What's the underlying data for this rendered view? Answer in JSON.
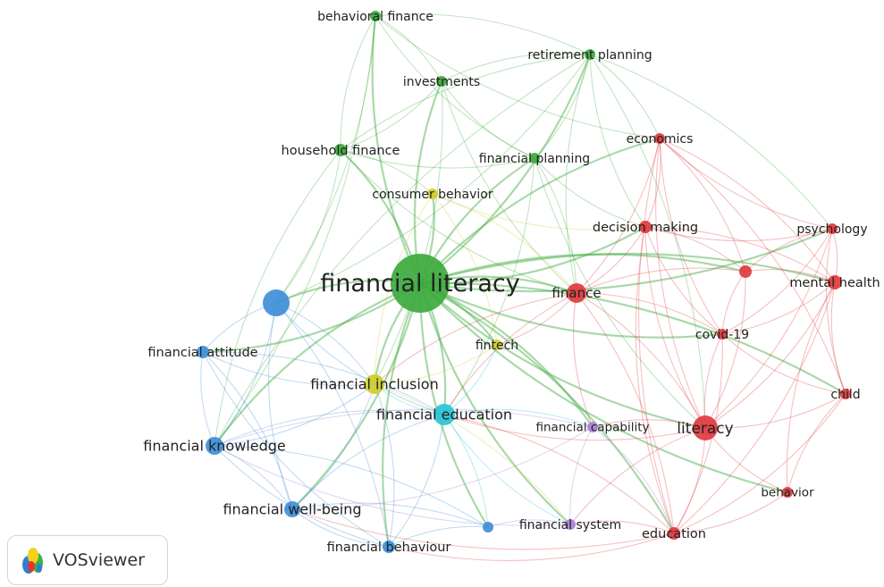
{
  "app": {
    "name": "VOSviewer"
  },
  "colors": {
    "cluster_red": "#e0393e",
    "cluster_green": "#3daa3d",
    "cluster_blue": "#3f8ed8",
    "cluster_yellow": "#cfcc2a",
    "cluster_purple": "#a97fd6",
    "cluster_cyan": "#27c6d6"
  },
  "network": {
    "nodes": [
      {
        "id": "behavioral_finance",
        "label": "behavioral finance",
        "cluster": "green"
      },
      {
        "id": "retirement_planning",
        "label": "retirement planning",
        "cluster": "green"
      },
      {
        "id": "investments",
        "label": "investments",
        "cluster": "green"
      },
      {
        "id": "household_finance",
        "label": "household finance",
        "cluster": "green"
      },
      {
        "id": "financial_planning",
        "label": "financial planning",
        "cluster": "green"
      },
      {
        "id": "financial_literacy",
        "label": "financial literacy",
        "cluster": "green"
      },
      {
        "id": "consumer_behavior",
        "label": "consumer behavior",
        "cluster": "yellow"
      },
      {
        "id": "fintech",
        "label": "fintech",
        "cluster": "yellow"
      },
      {
        "id": "financial_inclusion",
        "label": "financial inclusion",
        "cluster": "yellow"
      },
      {
        "id": "economics",
        "label": "economics",
        "cluster": "red"
      },
      {
        "id": "decision_making",
        "label": "decision making",
        "cluster": "red"
      },
      {
        "id": "psychology",
        "label": "psychology",
        "cluster": "red"
      },
      {
        "id": "mental_health",
        "label": "mental health",
        "cluster": "red"
      },
      {
        "id": "red_unlabeled",
        "label": "",
        "cluster": "red"
      },
      {
        "id": "finance",
        "label": "finance",
        "cluster": "red"
      },
      {
        "id": "covid19",
        "label": "covid-19",
        "cluster": "red"
      },
      {
        "id": "child",
        "label": "child",
        "cluster": "red"
      },
      {
        "id": "literacy",
        "label": "literacy",
        "cluster": "red"
      },
      {
        "id": "behavior",
        "label": "behavior",
        "cluster": "red"
      },
      {
        "id": "education",
        "label": "education",
        "cluster": "red"
      },
      {
        "id": "blue_unlabeled_big",
        "label": "",
        "cluster": "blue"
      },
      {
        "id": "financial_attitude",
        "label": "financial attitude",
        "cluster": "blue"
      },
      {
        "id": "financial_knowledge",
        "label": "financial knowledge",
        "cluster": "blue"
      },
      {
        "id": "financial_well_being",
        "label": "financial well-being",
        "cluster": "blue"
      },
      {
        "id": "financial_behaviour",
        "label": "financial behaviour",
        "cluster": "blue"
      },
      {
        "id": "blue_unlabeled_small",
        "label": "",
        "cluster": "blue"
      },
      {
        "id": "financial_education",
        "label": "financial education",
        "cluster": "cyan"
      },
      {
        "id": "financial_capability",
        "label": "financial capability",
        "cluster": "purple"
      },
      {
        "id": "financial_system",
        "label": "financial system",
        "cluster": "purple"
      }
    ]
  }
}
